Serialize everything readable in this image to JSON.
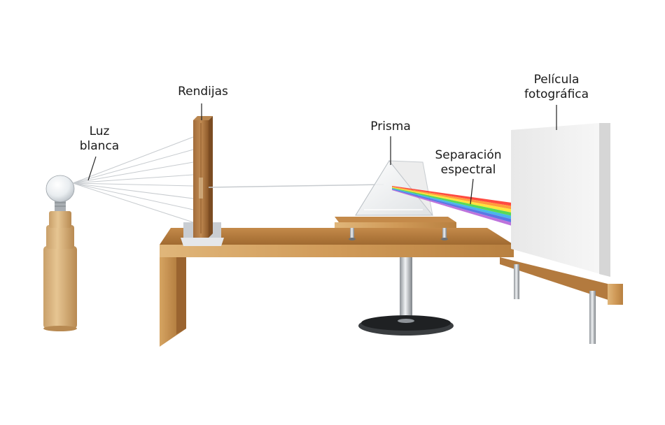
{
  "labels": {
    "luz_blanca": [
      "Luz",
      "blanca"
    ],
    "rendijas": "Rendijas",
    "prisma": "Prisma",
    "separacion": [
      "Separación",
      "espectral"
    ],
    "pelicula": [
      "Película",
      "fotográfica"
    ]
  },
  "spectrum_colors": [
    "#ff2a1f",
    "#ff8c1a",
    "#ffe01a",
    "#3bd23b",
    "#2aa9e8",
    "#3d5fe0",
    "#b25bd6"
  ],
  "colors": {
    "wood_light": "#d7a86a",
    "wood_mid": "#b37a3e",
    "wood_dark": "#8a5626",
    "metal": "#c9cdd2",
    "screen": "#f1f1f1"
  }
}
